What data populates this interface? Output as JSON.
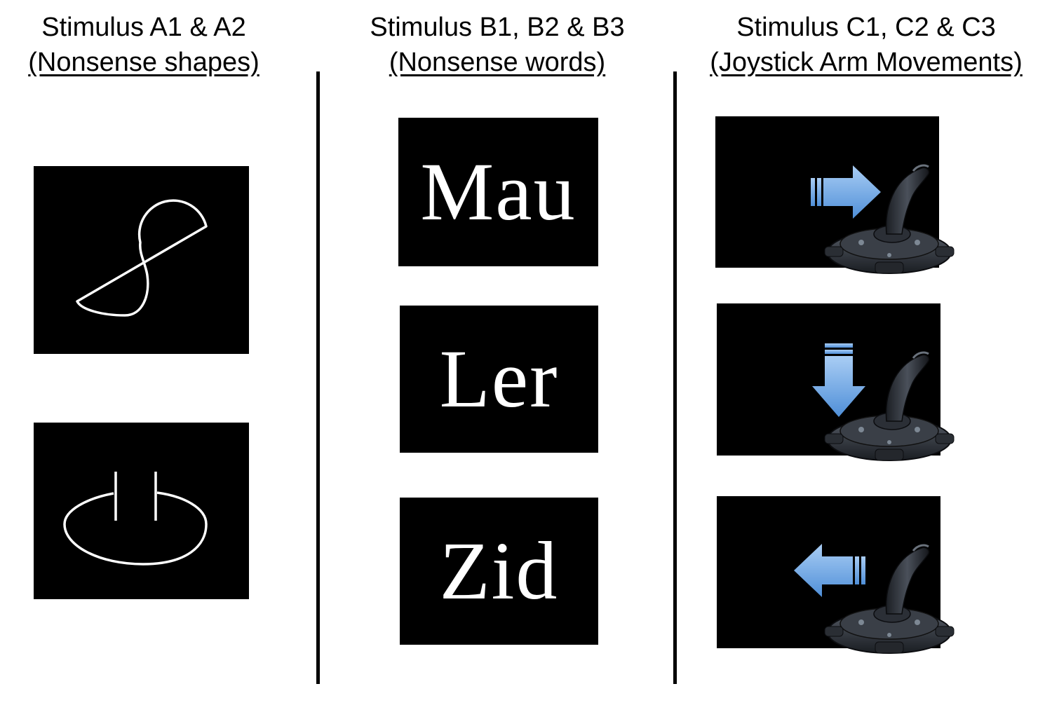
{
  "columns": {
    "a": {
      "title": "Stimulus A1 & A2",
      "subtitle": "(Nonsense shapes)"
    },
    "b": {
      "title": "Stimulus B1, B2 & B3",
      "subtitle": "(Nonsense words)"
    },
    "c": {
      "title": "Stimulus C1, C2 & C3",
      "subtitle": "(Joystick Arm Movements)"
    }
  },
  "shapes": [
    {
      "name": "figure-eight-shape"
    },
    {
      "name": "ellipse-with-bars-shape"
    }
  ],
  "words": [
    "Mau",
    "Ler",
    "Zid"
  ],
  "joystick_panels": [
    {
      "arrow_direction": "right"
    },
    {
      "arrow_direction": "down"
    },
    {
      "arrow_direction": "left"
    }
  ],
  "colors": {
    "panel_background": "#000000",
    "stimulus_stroke": "#ffffff",
    "arrow_fill": "#6fa8e6",
    "joystick_body": "#2b2f36"
  }
}
